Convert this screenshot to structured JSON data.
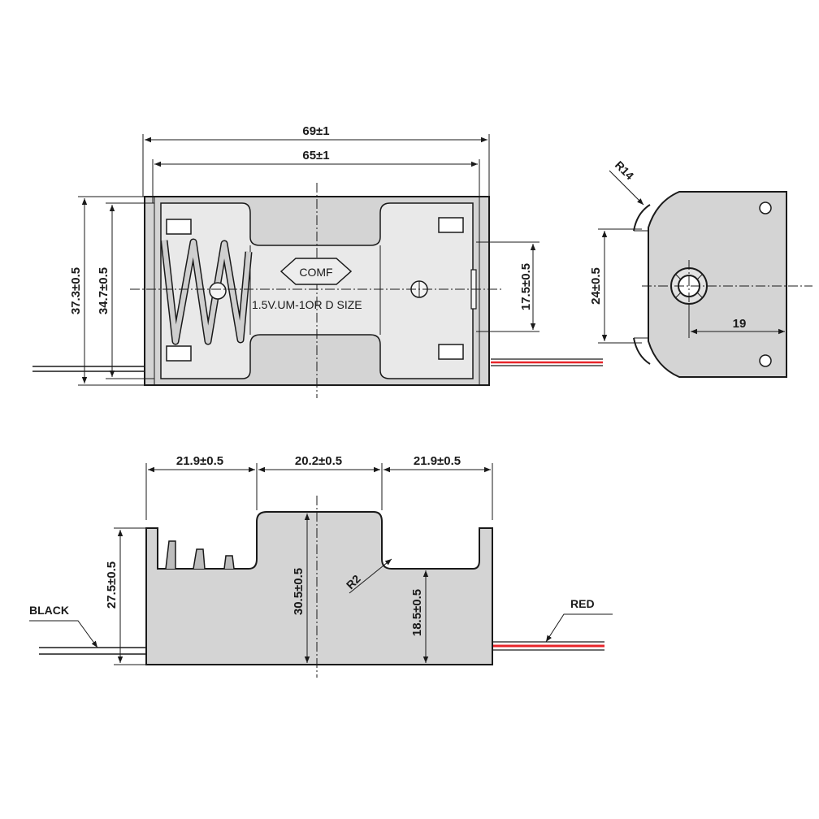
{
  "dimensions": {
    "overall_length": "69±1",
    "inner_length": "65±1",
    "overall_width": "37.3±0.5",
    "inner_width": "34.7±0.5",
    "terminal_spacing": "17.5±0.5",
    "end_height": "24±0.5",
    "end_offset": "19",
    "end_radius": "R14",
    "side_left": "21.9±0.5",
    "side_middle": "20.2±0.5",
    "side_right": "21.9±0.5",
    "wall_height": "27.5±0.5",
    "total_height": "30.5±0.5",
    "cutout_radius": "R2",
    "cutout_height": "18.5±0.5"
  },
  "markings": {
    "brand": "COMF",
    "battery_spec": "1.5V.UM-1OR D SIZE"
  },
  "wires": {
    "black_label": "BLACK",
    "red_label": "RED",
    "red_color": "#e8252a",
    "black_color": "#1a1a1a"
  }
}
